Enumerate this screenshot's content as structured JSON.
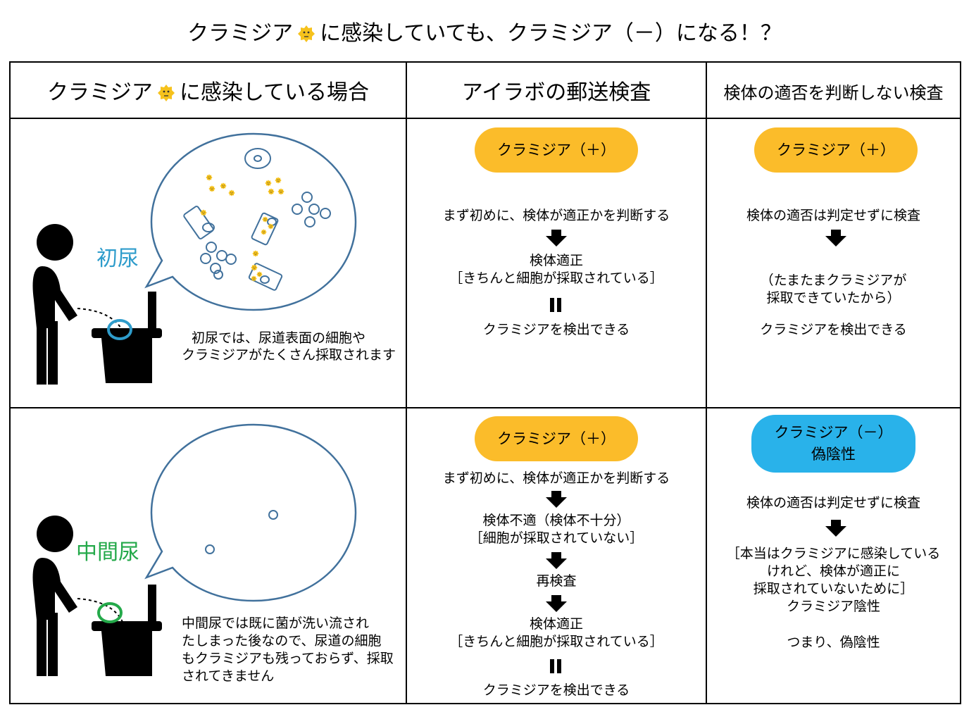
{
  "title": {
    "part1": "クラミジア",
    "part2": "に感染していても、クラミジア（－）になる！？"
  },
  "headers": {
    "col1_part1": "クラミジア",
    "col1_part2": "に感染している場合",
    "col2": "アイラボの郵送検査",
    "col3": "検体の適否を判断しない検査"
  },
  "row1": {
    "label": "初尿",
    "label_color": "#2e9ccb",
    "ring_color": "#2e9ccb",
    "caption": [
      "初尿では、尿道表面の細胞や",
      "クラミジアがたくさん採取されます"
    ],
    "col2": {
      "pill": "クラミジア（＋）",
      "step1": "まず初めに、検体が適正かを判断する",
      "step2": "検体適正",
      "step3": "［きちんと細胞が採取されている］",
      "result": "クラミジアを検出できる"
    },
    "col3": {
      "pill": "クラミジア（＋）",
      "step1": "検体の適否は判定せずに検査",
      "note1": "（たまたまクラミジアが",
      "note2": "採取できていたから）",
      "result": "クラミジアを検出できる"
    }
  },
  "row2": {
    "label": "中間尿",
    "label_color": "#24a94a",
    "ring_color": "#24a94a",
    "caption": [
      "中間尿では既に菌が洗い流され",
      "たしまった後なので、尿道の細胞",
      "もクラミジアも残っておらず、採取",
      "されてきません"
    ],
    "col2": {
      "pill": "クラミジア（＋）",
      "step1": "まず初めに、検体が適正かを判断する",
      "step2": "検体不適（検体不十分）",
      "step3": "［細胞が採取されていない］",
      "step4": "再検査",
      "step5": "検体適正",
      "step6": "［きちんと細胞が採取されている］",
      "result": "クラミジアを検出できる"
    },
    "col3": {
      "pill_line1": "クラミジア（－）",
      "pill_line2": "偽陰性",
      "step1": "検体の適否は判定せずに検査",
      "note1": "［本当はクラミジアに感染している",
      "note2": "けれど、検体が適正に",
      "note3": "採取されていないために］",
      "note4": "クラミジア陰性",
      "conclusion": "つまり、偽陰性"
    }
  },
  "colors": {
    "positive_pill": "#fbbc2a",
    "negative_pill": "#29b2ea",
    "bubble_outline": "#41719c",
    "germ": "#f6c21c"
  },
  "icons": [
    "germ-icon",
    "person-icon",
    "toilet-icon",
    "down-arrow-icon",
    "equals-icon",
    "cell-icon"
  ]
}
